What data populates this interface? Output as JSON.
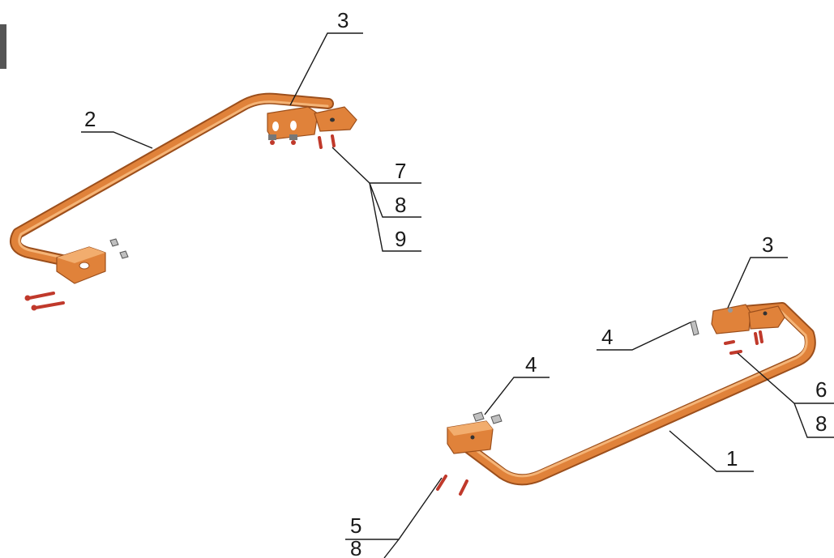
{
  "callouts": {
    "upper_assembly": {
      "bracket_top": "3",
      "tube": "2",
      "screw_a": "7",
      "screw_b": "8",
      "screw_c": "9"
    },
    "lower_assembly": {
      "bracket_right": "3",
      "plate_right": "4",
      "plate_left": "4",
      "screw_right_a": "6",
      "screw_right_b": "8",
      "tube": "1",
      "screw_left_a": "5",
      "screw_left_b": "8"
    }
  },
  "colors": {
    "part": "#e0823a",
    "part_dark": "#b55e22",
    "part_light": "#f2ad6e",
    "hardware": "#c0c0c0",
    "screw": "#c0392b",
    "line": "#1a1a1a"
  }
}
